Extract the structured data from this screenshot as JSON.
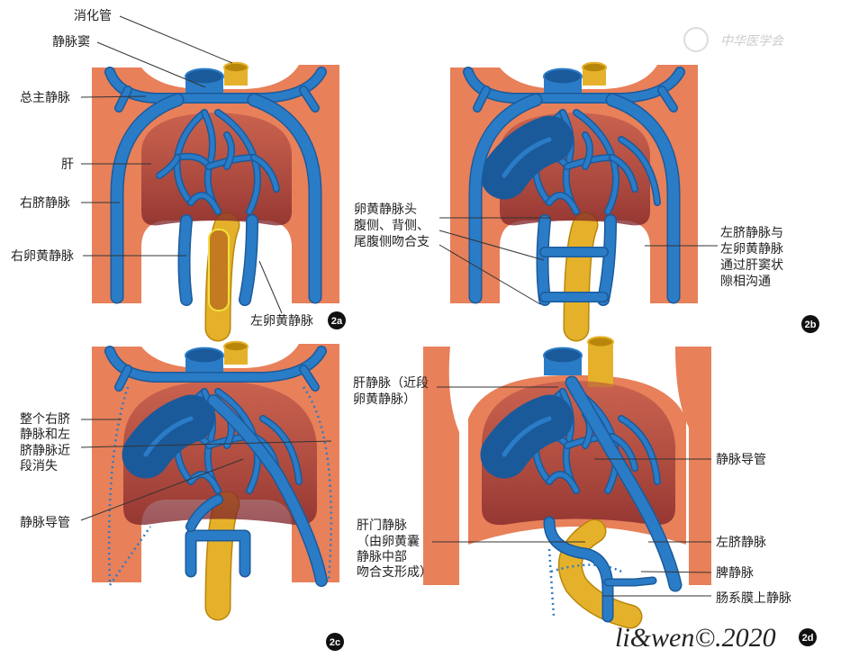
{
  "colors": {
    "body_wall": "#e8805a",
    "liver": "#9c3a3a",
    "vein": "#2a7cc7",
    "vein_dark": "#1b5a9a",
    "gut": "#e6b12a",
    "gut_dark": "#b8860b"
  },
  "watermark": "中华医学会",
  "signature": "li&wen©.2020",
  "panels": {
    "a": {
      "badge": "2a",
      "labels": {
        "gut": "消化管",
        "sinus_venosus": "静脉窦",
        "common_cardinal": "总主静脉",
        "liver": "肝",
        "right_umbilical": "右脐静脉",
        "right_vitelline": "右卵黄静脉",
        "left_vitelline": "左卵黄静脉"
      }
    },
    "b": {
      "badge": "2b",
      "anastomosis": [
        "卵黄静脉头",
        "腹侧、背侧、",
        "尾腹侧吻合支"
      ],
      "communication": [
        "左脐静脉与",
        "左卵黄静脉",
        "通过肝窦状",
        "隙相沟通"
      ]
    },
    "c": {
      "badge": "2c",
      "disappear": [
        "整个右脐",
        "静脉和左",
        "脐静脉近",
        "段消失"
      ],
      "ductus_venosus": "静脉导管"
    },
    "d": {
      "badge": "2d",
      "hepatic_vein": [
        "肝静脉（近段",
        "卵黄静脉）"
      ],
      "ductus_venosus": "静脉导管",
      "portal_vein": [
        "肝门静脉",
        "（由卵黄囊",
        "静脉中部",
        "吻合支形成）"
      ],
      "left_umbilical": "左脐静脉",
      "splenic_vein": "脾静脉",
      "superior_mesenteric": "肠系膜上静脉"
    }
  }
}
